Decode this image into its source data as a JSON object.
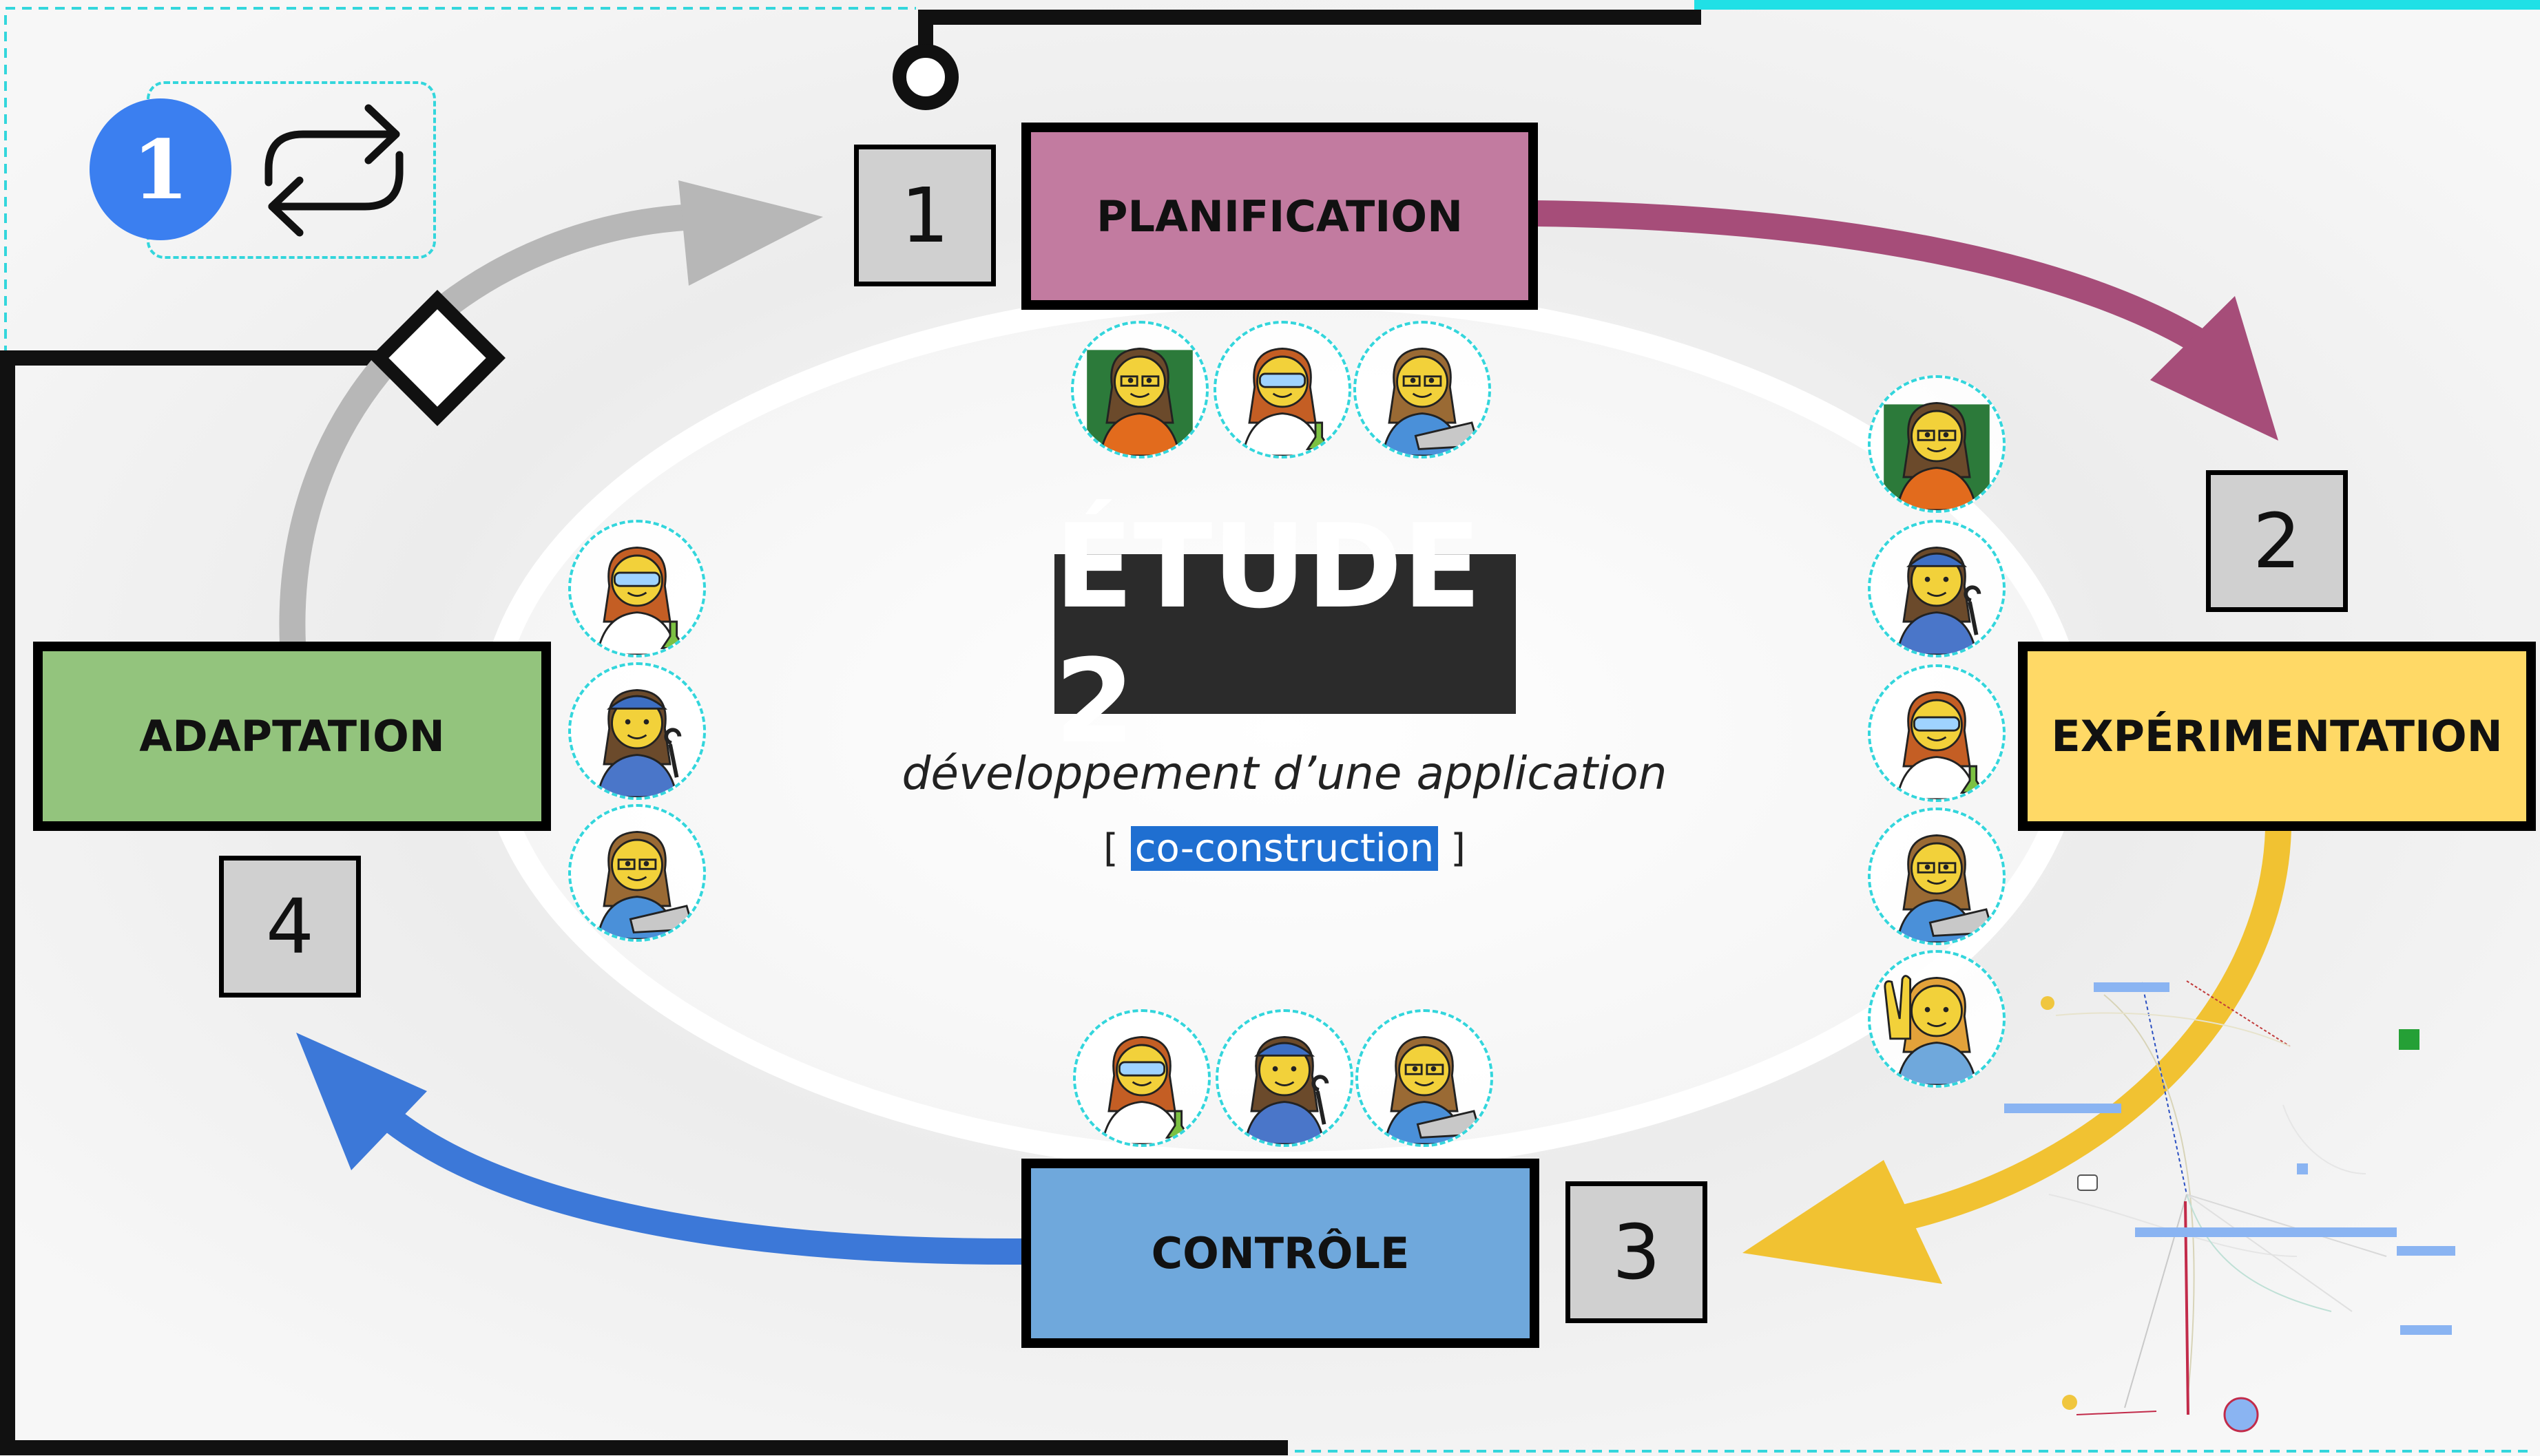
{
  "study": {
    "title": "ÉTUDE 2",
    "subtitle": "développement d’une application",
    "tag_open": "[",
    "tag_highlight": "co-construction",
    "tag_close": "]"
  },
  "step_badge": "1",
  "icons": {
    "cycle": "repeat-arrows-icon",
    "connector_start": "circle-node-icon",
    "connector_end": "diamond-node-icon"
  },
  "phases": [
    {
      "label": "PLANIFICATION",
      "number": "1",
      "color": "#c27ba0"
    },
    {
      "label": "EXPÉRIMENTATION",
      "number": "2",
      "color": "#ffd966"
    },
    {
      "label": "CONTRÔLE",
      "number": "3",
      "color": "#6fa8dc"
    },
    {
      "label": "ADAPTATION",
      "number": "4",
      "color": "#93c47d"
    }
  ],
  "arrow_colors": {
    "planification_to_experimentation": "#a64d79",
    "experimentation_to_controle": "#f1c232",
    "controle_to_adaptation": "#3c78d8",
    "adaptation_to_planification": "#b7b7b7"
  },
  "participants": {
    "planification": [
      "teacher-woman-icon",
      "scientist-woman-icon",
      "technologist-woman-icon"
    ],
    "experimentation": [
      "teacher-woman-icon",
      "mechanic-woman-icon",
      "scientist-woman-icon",
      "technologist-woman-icon",
      "waving-woman-icon"
    ],
    "controle": [
      "scientist-woman-icon",
      "mechanic-woman-icon",
      "technologist-woman-icon"
    ],
    "adaptation": [
      "scientist-woman-icon",
      "mechanic-woman-icon",
      "technologist-woman-icon"
    ]
  }
}
